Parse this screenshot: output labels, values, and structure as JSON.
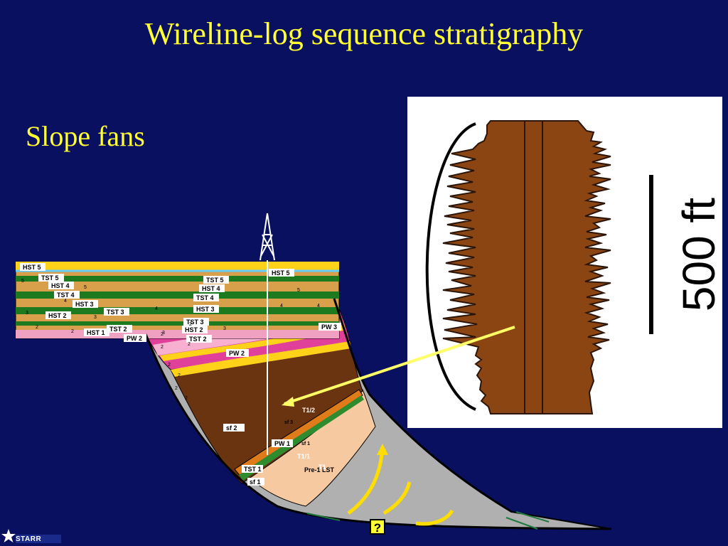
{
  "slide": {
    "title": "Wireline-log sequence stratigraphy",
    "subtitle": "Slope fans"
  },
  "log_panel": {
    "scale_label": "500 ft"
  },
  "cross_section": {
    "shelf_labels": [
      "HST 5",
      "TST 5",
      "HST 4",
      "TST 4",
      "HST 3",
      "TST 3",
      "HST 2",
      "HST 1",
      "TST 2",
      "PW 2"
    ],
    "right_labels": [
      "HST 5",
      "TST 5",
      "HST 4",
      "TST 4",
      "HST 3",
      "TST 3",
      "HST 2",
      "TST 2",
      "PW 3",
      "PW 2"
    ],
    "basin_labels": [
      "T1/2",
      "sf 2",
      "PW 1",
      "T1/1",
      "TST 1",
      "sf 1",
      "Pre-1 LST",
      "T1",
      "sf 3",
      "sf 1"
    ],
    "channel_numbers": [
      "5",
      "4",
      "3",
      "2",
      "5",
      "4",
      "3",
      "2",
      "2",
      "2",
      "2",
      "2",
      "2",
      "2",
      "2",
      "5",
      "4",
      "4",
      "3",
      "3",
      "2"
    ],
    "question_mark": "?"
  },
  "logo": {
    "text": "STARR"
  },
  "colors": {
    "background": "#0a1060",
    "title": "#ffff33",
    "log_fill": "#8b4513",
    "arrow": "#ffff66"
  }
}
